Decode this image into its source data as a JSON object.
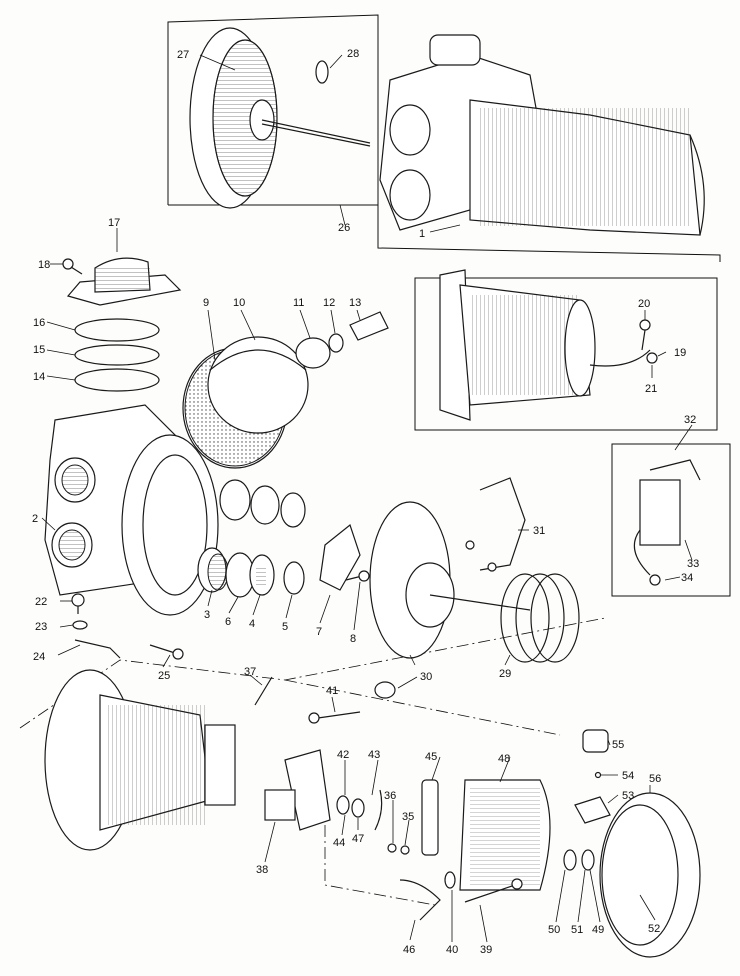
{
  "diagram": {
    "labels": [
      "1",
      "2",
      "3",
      "4",
      "5",
      "6",
      "7",
      "8",
      "9",
      "10",
      "11",
      "12",
      "13",
      "14",
      "15",
      "16",
      "17",
      "18",
      "19",
      "20",
      "21",
      "22",
      "23",
      "24",
      "25",
      "26",
      "27",
      "28",
      "29",
      "30",
      "31",
      "32",
      "33",
      "34",
      "35",
      "36",
      "37",
      "38",
      "39",
      "40",
      "41",
      "42",
      "43",
      "44",
      "45",
      "46",
      "47",
      "48",
      "49",
      "50",
      "51",
      "52",
      "53",
      "54",
      "55",
      "56"
    ]
  }
}
